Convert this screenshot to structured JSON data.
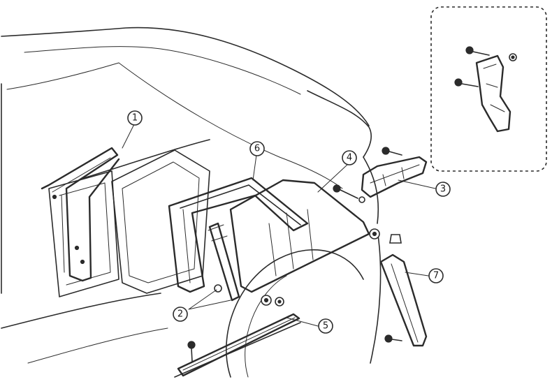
{
  "callouts": [
    {
      "id": "1",
      "label": "1"
    },
    {
      "id": "2",
      "label": "2"
    },
    {
      "id": "3",
      "label": "3"
    },
    {
      "id": "4",
      "label": "4"
    },
    {
      "id": "5",
      "label": "5"
    },
    {
      "id": "6",
      "label": "6"
    },
    {
      "id": "7",
      "label": "7"
    }
  ],
  "colors": {
    "line": "#2b2b2b",
    "background": "#ffffff"
  }
}
